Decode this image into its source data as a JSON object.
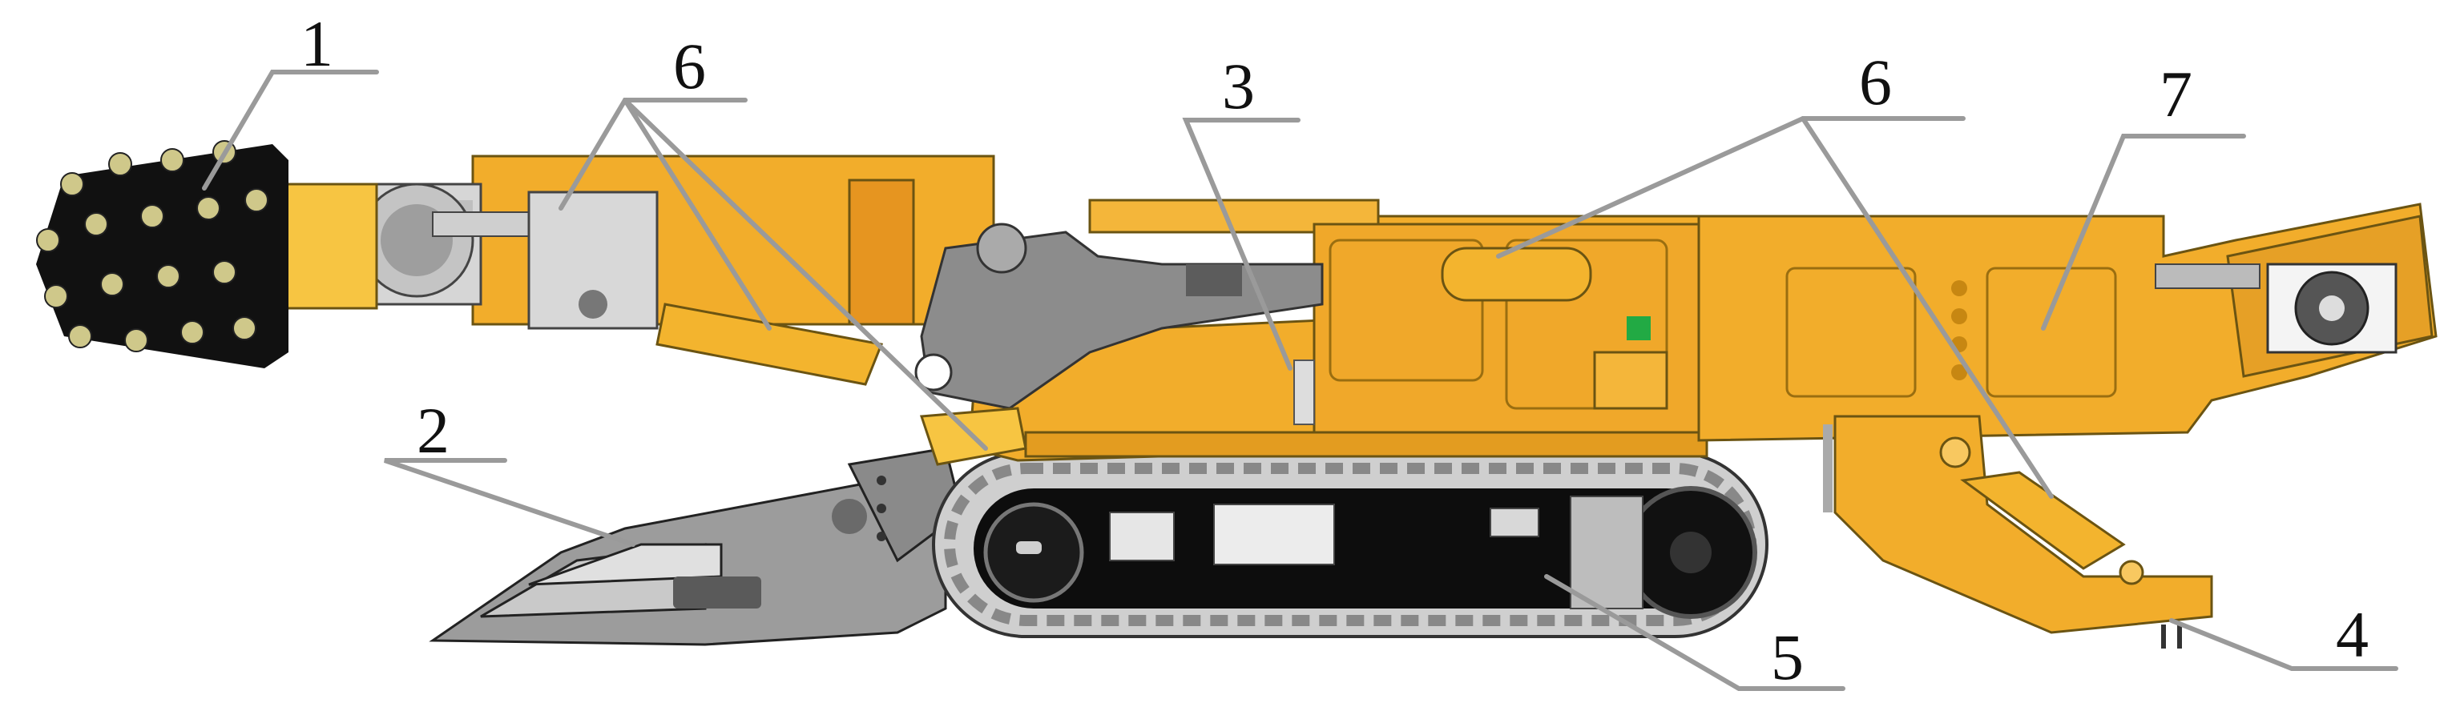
{
  "callouts": {
    "c1": "1",
    "c2": "2",
    "c3": "3",
    "c4": "4",
    "c5": "5",
    "c6a": "6",
    "c6b": "6",
    "c7": "7"
  },
  "colors": {
    "body": "#f2ad2b",
    "body_shade": "#d9921a",
    "frame_grey": "#8f8f8f",
    "track": "#111111",
    "leader": "#9a9a9a",
    "text": "#111111"
  }
}
